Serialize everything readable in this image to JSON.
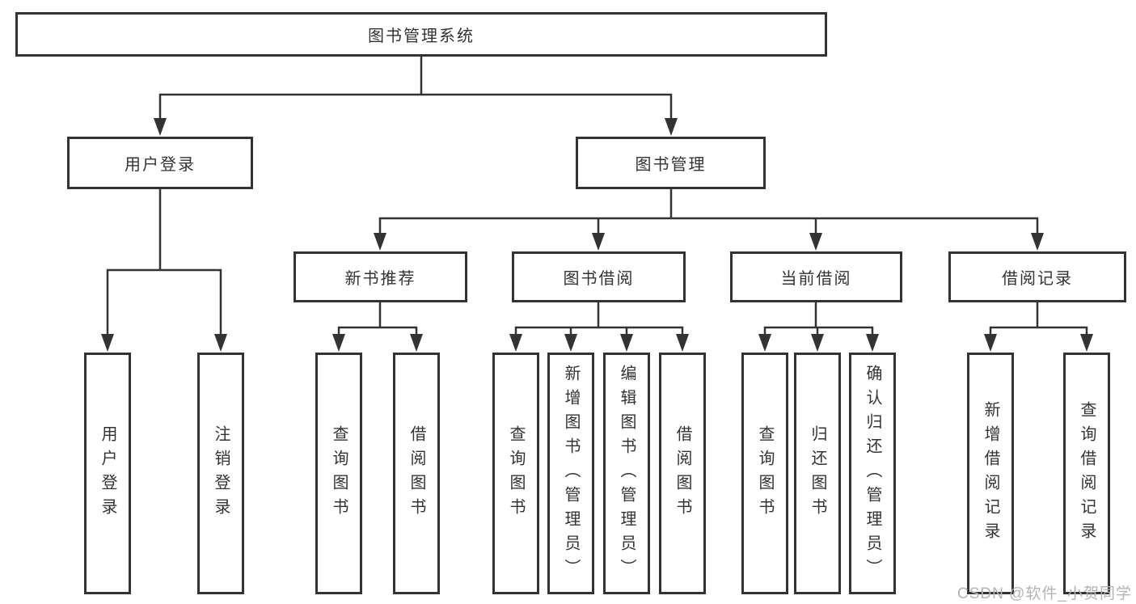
{
  "title": "图书管理系统",
  "tree": {
    "root": {
      "label": "图书管理系统"
    },
    "level2": [
      {
        "label": "用户登录",
        "children": [
          {
            "label": "用户登录"
          },
          {
            "label": "注销登录"
          }
        ]
      },
      {
        "label": "图书管理",
        "children": [
          {
            "label": "新书推荐",
            "children": [
              {
                "label": "查询图书"
              },
              {
                "label": "借阅图书"
              }
            ]
          },
          {
            "label": "图书借阅",
            "children": [
              {
                "label": "查询图书"
              },
              {
                "label": "新增图书（管理员）"
              },
              {
                "label": "编辑图书（管理员）"
              },
              {
                "label": "借阅图书"
              }
            ]
          },
          {
            "label": "当前借阅",
            "children": [
              {
                "label": "查询图书"
              },
              {
                "label": "归还图书"
              },
              {
                "label": "确认归还（管理员）"
              }
            ]
          },
          {
            "label": "借阅记录",
            "children": [
              {
                "label": "新增借阅记录"
              },
              {
                "label": "查询借阅记录"
              }
            ]
          }
        ]
      }
    ]
  },
  "watermark": "CSDN @软件_小贺同学",
  "colors": {
    "line": "#333333",
    "text": "#333333",
    "watermark": "#b3b3b3",
    "background": "#ffffff"
  }
}
